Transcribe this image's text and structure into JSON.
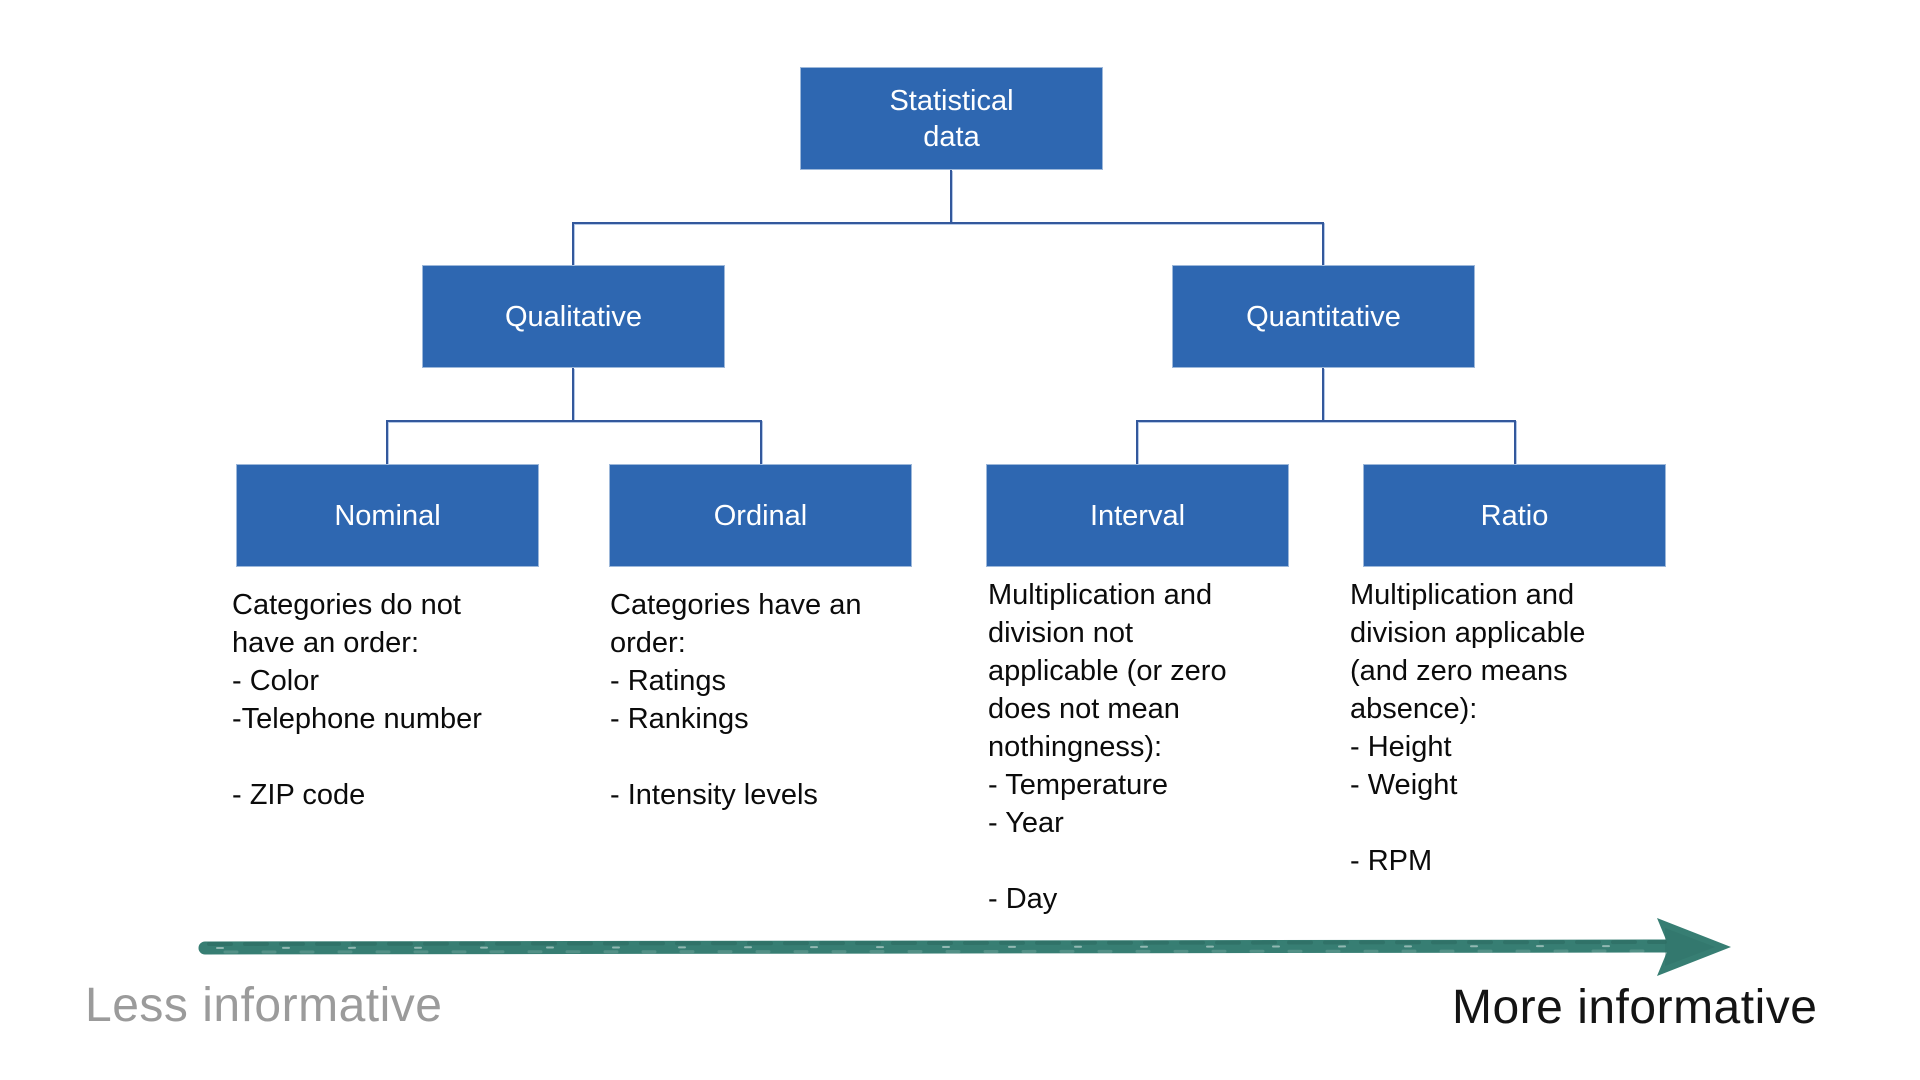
{
  "tree": {
    "root": {
      "label": "Statistical\ndata"
    },
    "qualitative": {
      "label": "Qualitative"
    },
    "quantitative": {
      "label": "Quantitative"
    },
    "nominal": {
      "label": "Nominal",
      "description": "Categories do not\nhave an order:\n- Color\n-Telephone number\n\n- ZIP code"
    },
    "ordinal": {
      "label": "Ordinal",
      "description": "Categories have an\norder:\n- Ratings\n- Rankings\n\n- Intensity levels"
    },
    "interval": {
      "label": "Interval",
      "description": "Multiplication and\ndivision not\napplicable (or zero\ndoes not mean\nnothingness):\n- Temperature\n- Year\n\n- Day"
    },
    "ratio": {
      "label": "Ratio",
      "description": "Multiplication and\ndivision applicable\n(and zero means\nabsence):\n- Height\n- Weight\n\n- RPM"
    }
  },
  "axis": {
    "less_label": "Less informative",
    "more_label": "More informative"
  },
  "colors": {
    "node_fill": "#2E67B1",
    "node_border": "#9DB8DA",
    "connector": "#33589C",
    "arrow": "#377E73",
    "less_text": "#9B9B9B",
    "more_text": "#141414"
  }
}
